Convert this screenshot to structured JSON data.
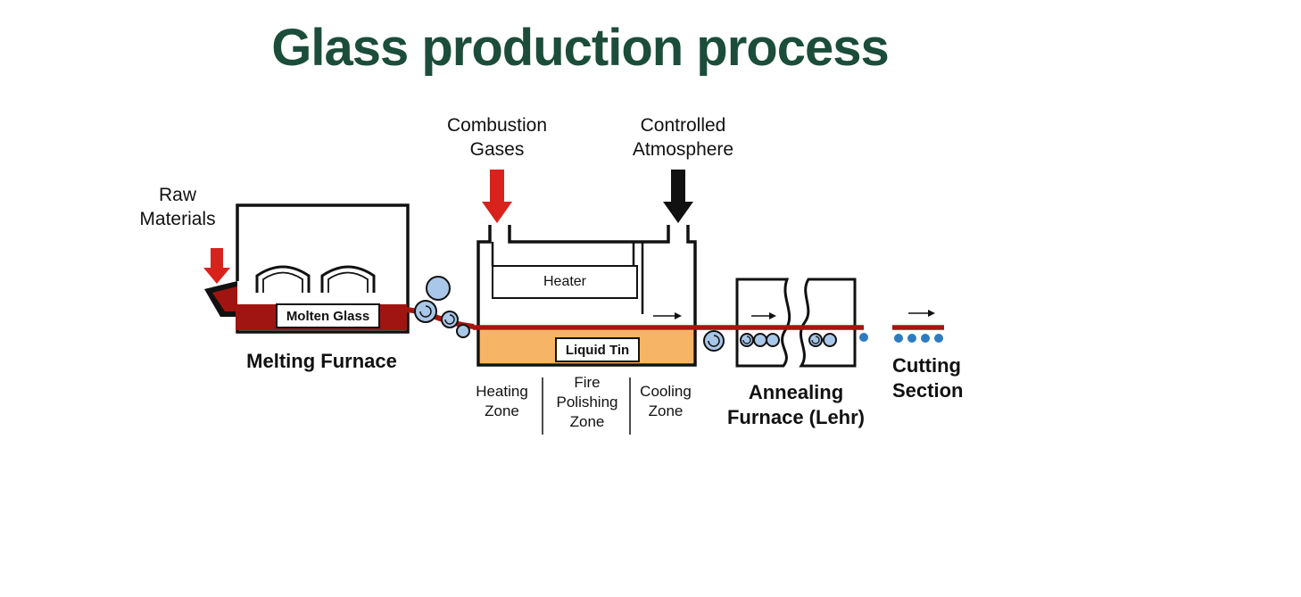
{
  "title": "Glass production process",
  "colors": {
    "title_green": "#1b4d3a",
    "arrow_red": "#d8231d",
    "arrow_black": "#111111",
    "molten_red": "#a01511",
    "ribbon_red": "#a81410",
    "tin_orange": "#f6b566",
    "roller_blue": "#a9c7e8",
    "dot_blue": "#2e7cbf",
    "outline_black": "#111111"
  },
  "labels": {
    "raw_materials": "Raw\nMaterials",
    "combustion_gases": "Combustion\nGases",
    "controlled_atmosphere": "Controlled\nAtmosphere",
    "heater": "Heater",
    "molten_glass": "Molten Glass",
    "liquid_tin": "Liquid Tin",
    "melting_furnace": "Melting Furnace",
    "heating_zone": "Heating\nZone",
    "fire_polishing_zone": "Fire\nPolishing\nZone",
    "cooling_zone": "Cooling\nZone",
    "annealing_furnace": "Annealing\nFurnace (Lehr)",
    "cutting_section": "Cutting\nSection"
  }
}
